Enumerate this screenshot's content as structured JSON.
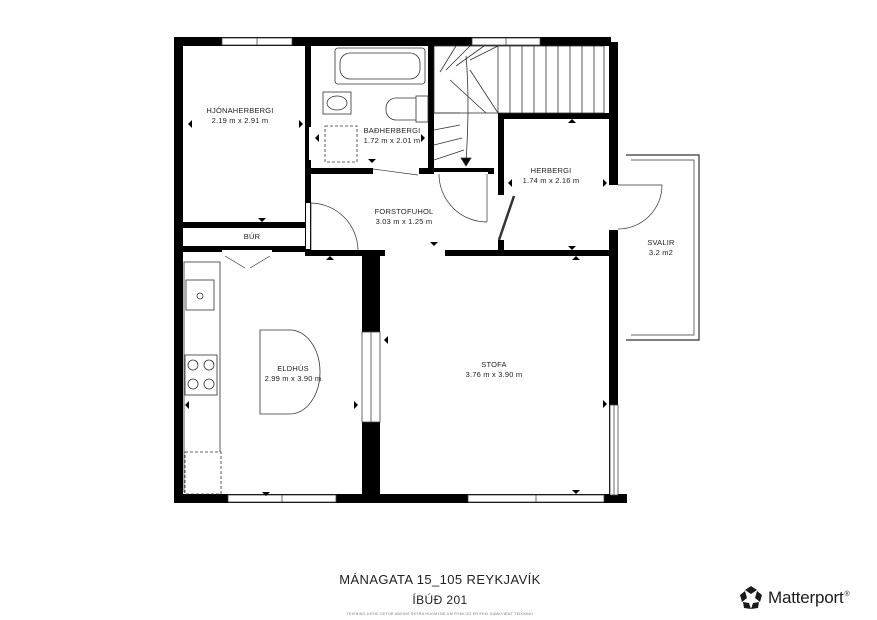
{
  "rooms": {
    "hjonaherbergi": {
      "name": "HJÓNAHERBERGI",
      "dims": "2.19 m x 2.91 m"
    },
    "badherbergi": {
      "name": "BAÐHERBERGI",
      "dims": "1.72 m x 2.01 m"
    },
    "herbergi": {
      "name": "HERBERGI",
      "dims": "1.74 m x 2.16 m"
    },
    "forstofuhol": {
      "name": "FORSTOFUHOL",
      "dims": "3.03 m x 1.25 m"
    },
    "bur": {
      "name": "BÚR"
    },
    "svalir": {
      "name": "SVALIR",
      "dims": "3.2 m2"
    },
    "eldhus": {
      "name": "ELDHÚS",
      "dims": "2.99 m x 3.90 m"
    },
    "stofa": {
      "name": "STOFA",
      "dims": "3.76 m x 3.90 m"
    }
  },
  "footer": {
    "title": "MÁNAGATA 15_105 REYKJAVÍK",
    "subtitle": "ÍBÚÐ 201",
    "disclaimer": "TEIKNING ÞESSI GEFUR AÐEINS SKÝRA HUGMYND UM RÝMI OG ER EKKI SAMKVÆMT TEIKNING"
  },
  "brand": {
    "name": "Matterport",
    "tm": "®",
    "logo_icon": "matterport-logo-icon"
  },
  "colors": {
    "wall": "#000000",
    "line": "#333333",
    "background": "#ffffff"
  }
}
